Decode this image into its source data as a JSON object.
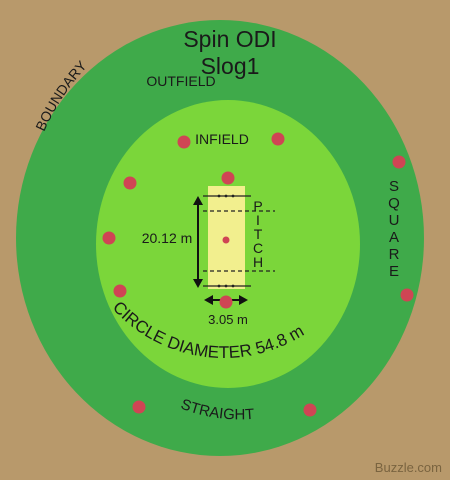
{
  "title_line1": "Spin ODI",
  "title_line2": "Slog1",
  "labels": {
    "outfield": "OUTFIELD",
    "infield": "INFIELD",
    "boundary": "BOUNDARY",
    "pitch": "PITCH",
    "square": "SQUARE",
    "straight": "STRAIGHT",
    "circle_diameter": "CIRCLE DIAMETER 54.8 m",
    "pitch_length": "20.12 m",
    "pitch_width": "3.05 m",
    "watermark": "Buzzle.com"
  },
  "colors": {
    "ground": "#b8996b",
    "outfield": "#3faa4a",
    "infield": "#7bd63a",
    "pitch": "#f2ef8e",
    "fielder": "#cf4554",
    "text": "#1a1a1a"
  },
  "fielders": [
    {
      "name": "fielder-1"
    },
    {
      "name": "fielder-2"
    },
    {
      "name": "fielder-3"
    },
    {
      "name": "fielder-4"
    },
    {
      "name": "fielder-5"
    },
    {
      "name": "fielder-6"
    },
    {
      "name": "fielder-7"
    },
    {
      "name": "fielder-8"
    },
    {
      "name": "fielder-9"
    },
    {
      "name": "fielder-10"
    },
    {
      "name": "fielder-11"
    }
  ]
}
